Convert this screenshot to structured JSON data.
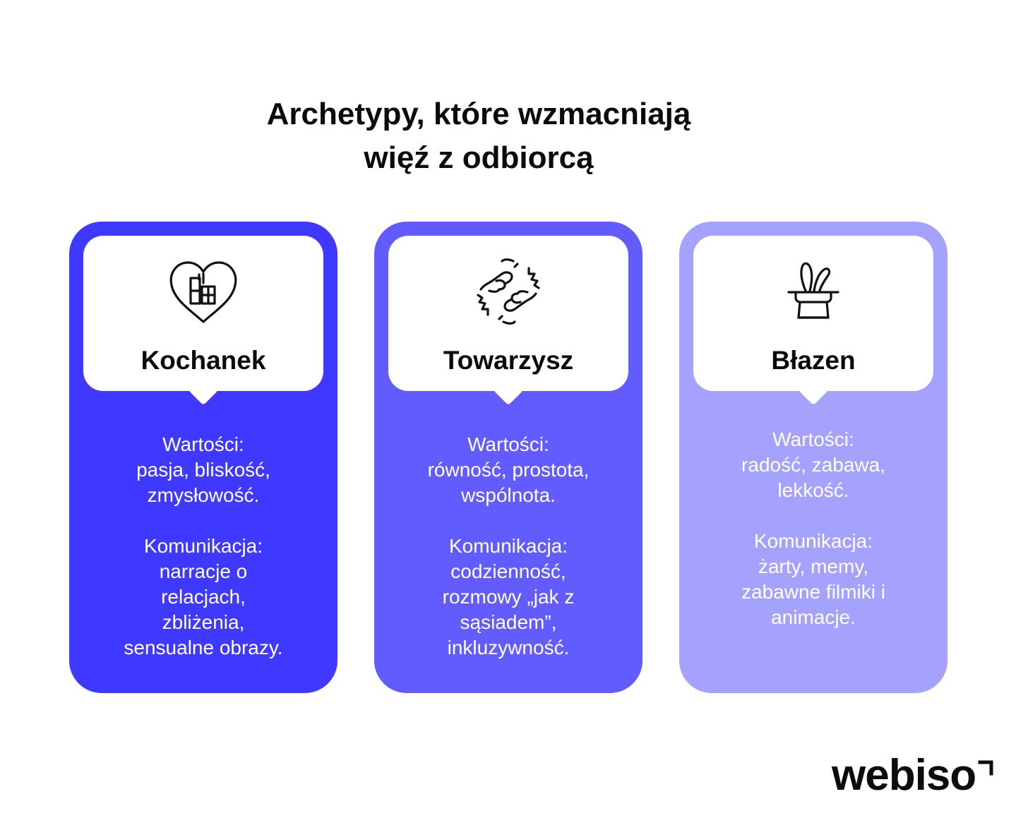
{
  "title": {
    "line1": "Archetypy, które wzmacniają",
    "line2": "więź z odbiorcą"
  },
  "colors": {
    "card1": "#3f38ff",
    "card2": "#625cff",
    "card3": "#a5a2fe"
  },
  "cards": [
    {
      "name": "Kochanek",
      "icon": "heart-with-gift-icon",
      "values_label": "Wartości:",
      "values": [
        "pasja, bliskość,",
        "zmysłowość."
      ],
      "communication_label": "Komunikacja:",
      "communication": [
        "narracje o",
        "relacjach,",
        "zbliżenia,",
        "sensualne obrazy."
      ]
    },
    {
      "name": "Towarzysz",
      "icon": "fist-bump-icon",
      "values_label": "Wartości:",
      "values": [
        "równość, prostota,",
        "wspólnota."
      ],
      "communication_label": "Komunikacja:",
      "communication": [
        "codzienność,",
        "rozmowy „jak z",
        "sąsiadem”,",
        "inkluzywność."
      ]
    },
    {
      "name": "Błazen",
      "icon": "magic-hat-rabbit-icon",
      "values_label": "Wartości:",
      "values": [
        "radość, zabawa,",
        "lekkość."
      ],
      "communication_label": "Komunikacja:",
      "communication": [
        "żarty, memy,",
        "zabawne filmiki i",
        "animacje."
      ]
    }
  ],
  "logo": {
    "text": "webiso"
  }
}
